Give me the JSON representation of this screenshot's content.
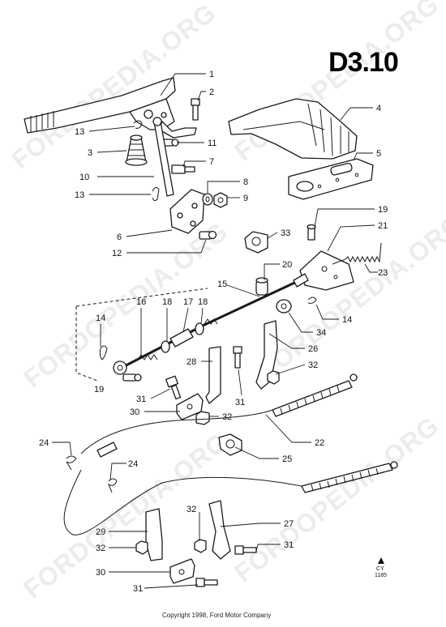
{
  "diagram_code": "D3.10",
  "watermark": "FORDOPEDIA.ORG",
  "reference": {
    "mark": "CY",
    "number": "1185"
  },
  "copyright": "Copyright 1998, Ford Motor Company",
  "callouts": {
    "c1": "1",
    "c2": "2",
    "c3": "3",
    "c4": "4",
    "c5": "5",
    "c6": "6",
    "c7": "7",
    "c8": "8",
    "c9": "9",
    "c10": "10",
    "c11": "11",
    "c12": "12",
    "c13a": "13",
    "c13b": "13",
    "c14a": "14",
    "c14b": "14",
    "c15": "15",
    "c16": "16",
    "c17": "17",
    "c18a": "18",
    "c18b": "18",
    "c19a": "19",
    "c19b": "19",
    "c20": "20",
    "c21": "21",
    "c22": "22",
    "c23": "23",
    "c24a": "24",
    "c24b": "24",
    "c25": "25",
    "c26": "26",
    "c27": "27",
    "c28": "28",
    "c29": "29",
    "c30a": "30",
    "c30b": "30",
    "c31a": "31",
    "c31b": "31",
    "c31c": "31",
    "c31d": "31",
    "c32a": "32",
    "c32b": "32",
    "c32c": "32",
    "c32d": "32",
    "c33": "33",
    "c34": "34"
  }
}
